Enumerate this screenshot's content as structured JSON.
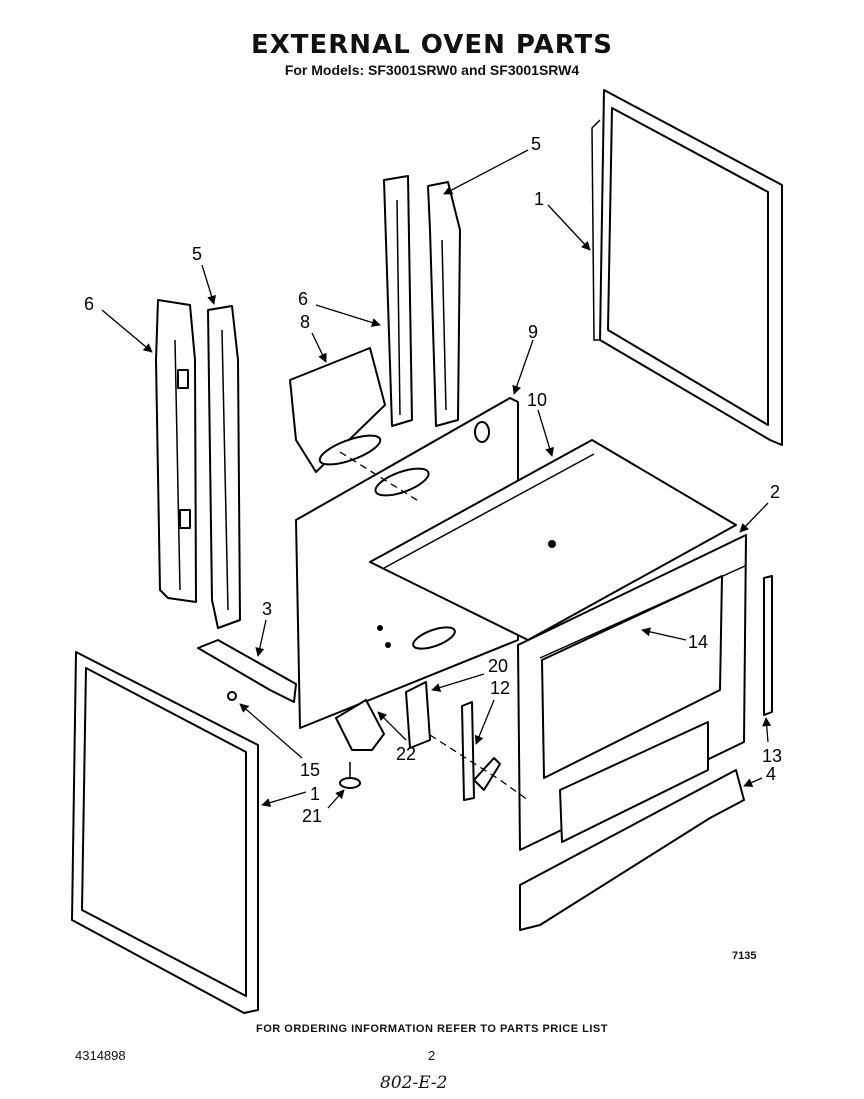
{
  "title": "EXTERNAL OVEN PARTS",
  "subtitle": "For Models: SF3001SRW0 and SF3001SRW4",
  "figure_number": "7135",
  "footer_note": "FOR ORDERING INFORMATION REFER TO PARTS PRICE LIST",
  "document_number": "4314898",
  "page_number": "2",
  "handwritten_note": "802-E-2",
  "callouts": [
    {
      "id": "c5a",
      "label": "5"
    },
    {
      "id": "c1a",
      "label": "1"
    },
    {
      "id": "c5b",
      "label": "5"
    },
    {
      "id": "c6a",
      "label": "6"
    },
    {
      "id": "c6b",
      "label": "6"
    },
    {
      "id": "c8",
      "label": "8"
    },
    {
      "id": "c9",
      "label": "9"
    },
    {
      "id": "c10",
      "label": "10"
    },
    {
      "id": "c2",
      "label": "2"
    },
    {
      "id": "c3",
      "label": "3"
    },
    {
      "id": "c14",
      "label": "14"
    },
    {
      "id": "c20",
      "label": "20"
    },
    {
      "id": "c12",
      "label": "12"
    },
    {
      "id": "c22",
      "label": "22"
    },
    {
      "id": "c15",
      "label": "15"
    },
    {
      "id": "c13",
      "label": "13"
    },
    {
      "id": "c4",
      "label": "4"
    },
    {
      "id": "c1b",
      "label": "1"
    },
    {
      "id": "c21",
      "label": "21"
    }
  ]
}
